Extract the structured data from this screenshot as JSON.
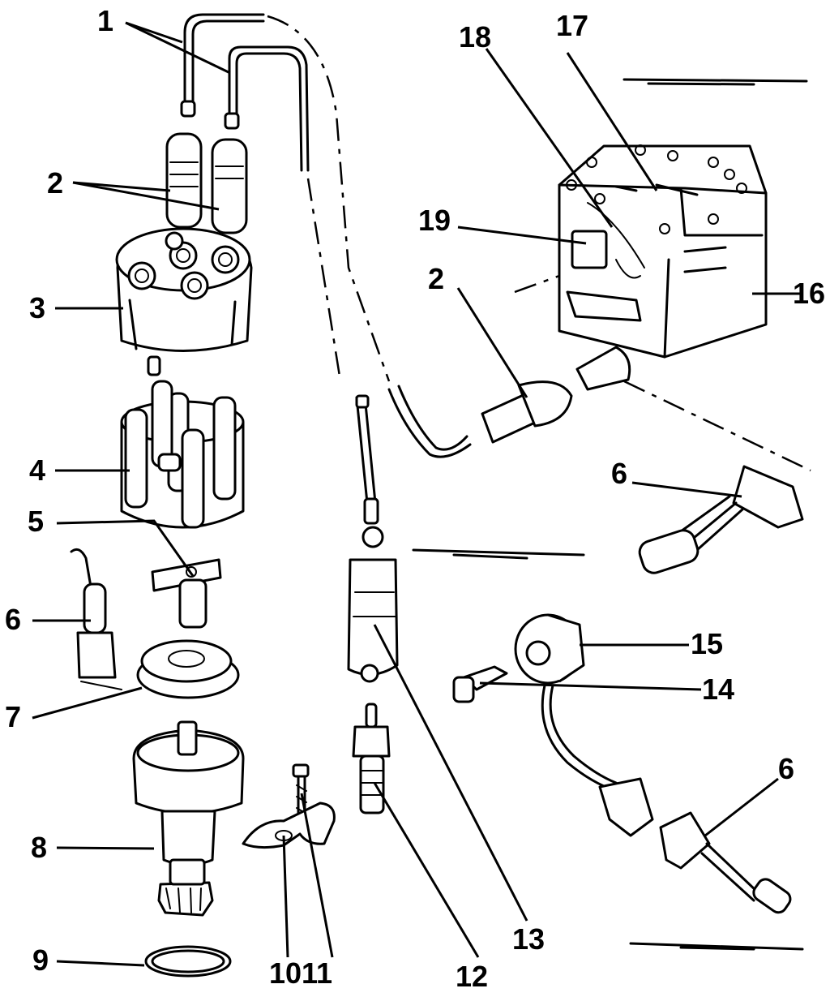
{
  "callouts": {
    "c1": "1",
    "c2a": "2",
    "c2b": "2",
    "c3": "3",
    "c4": "4",
    "c5": "5",
    "c6a": "6",
    "c6b": "6",
    "c6c": "6",
    "c7": "7",
    "c8": "8",
    "c9": "9",
    "c10": "10",
    "c11": "11",
    "c12": "12",
    "c13": "13",
    "c14": "14",
    "c15": "15",
    "c16": "16",
    "c17": "17",
    "c18": "18",
    "c19": "19"
  }
}
